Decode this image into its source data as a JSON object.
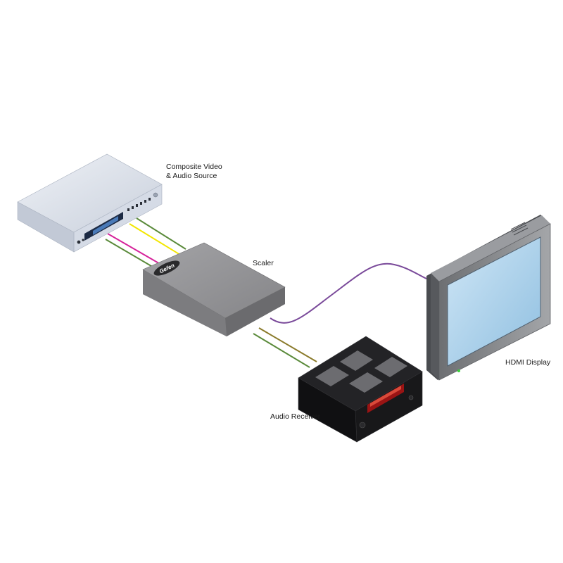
{
  "labels": {
    "source_line1": "Composite Video",
    "source_line2": "& Audio Source",
    "scaler": "Scaler",
    "receiver": "Audio Receiver",
    "display": "HDMI Display"
  },
  "scaler_logo": "Gefen",
  "colors": {
    "cable_green": "#5a8a3a",
    "cable_yellow": "#f2e600",
    "cable_magenta": "#d6239a",
    "cable_hdmi_purple": "#7a4a9a",
    "scaler_body": "#8e8e90",
    "source_body": "#d7dde8",
    "receiver_body": "#1d1d1f",
    "display_frame": "#8b8d90",
    "display_screen": "#a9cfe8"
  }
}
